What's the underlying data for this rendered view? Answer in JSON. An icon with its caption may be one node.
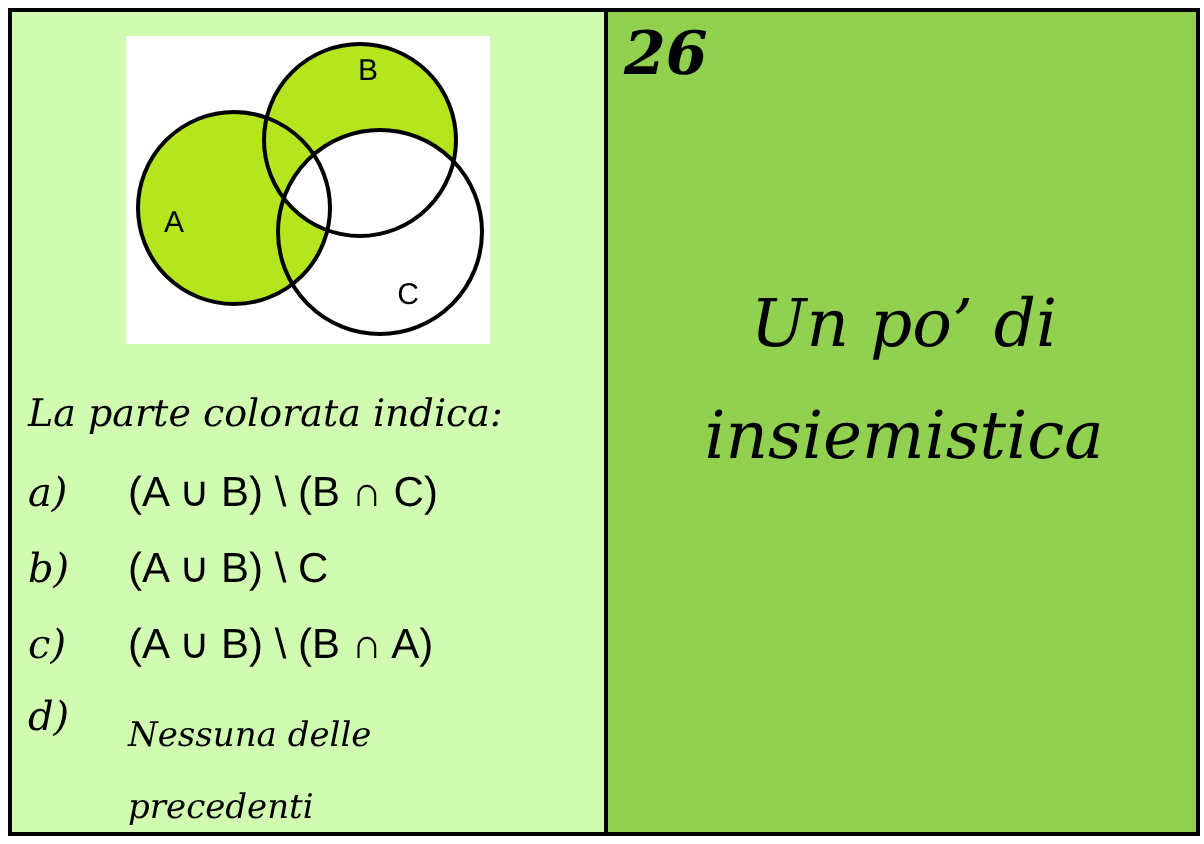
{
  "diagram": {
    "title": "Un po’ di insiemistica",
    "nodes": [
      {
        "text": [
          "A"
        ]
      },
      {
        "text": [
          "B"
        ]
      },
      {
        "text": [
          "C"
        ]
      }
    ],
    "labels": [
      "26",
      "La parte colorata indica:",
      "a)",
      "(A ∪ B) \\ (B ∩ C)",
      "b)",
      "(A ∪ B) \\ C",
      "c)",
      "(A ∪ B) \\ (B ∩ A)",
      "d)",
      "Nessuna delle precedenti"
    ]
  }
}
